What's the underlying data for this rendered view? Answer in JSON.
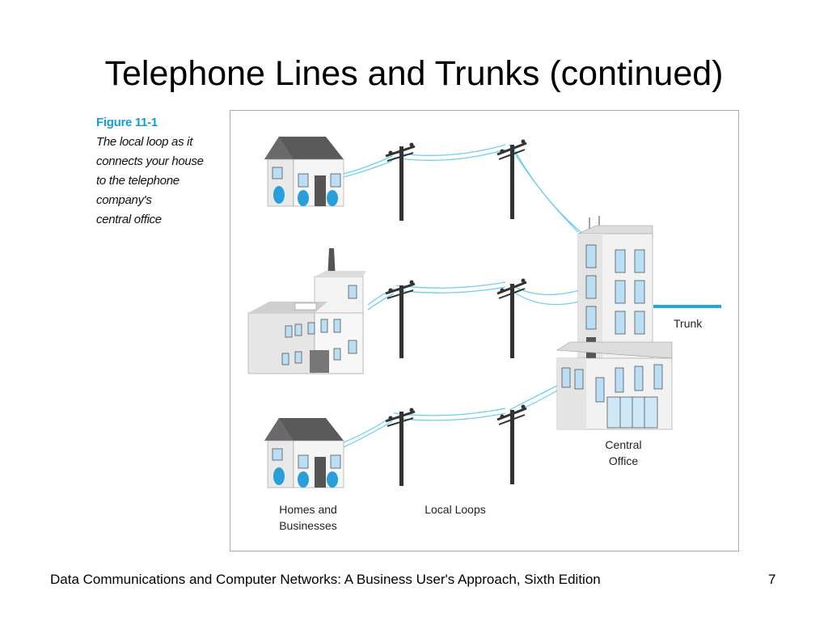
{
  "slide": {
    "title": "Telephone Lines and Trunks (continued)",
    "footer": "Data Communications and Computer Networks: A Business User's Approach, Sixth Edition",
    "page_number": "7"
  },
  "caption": {
    "figure_label": "Figure 11-1",
    "description": "The local loop as it\nconnects your house\nto the telephone\ncompany's\ncentral office"
  },
  "diagram": {
    "labels": {
      "trunk": "Trunk",
      "central_office_line1": "Central",
      "central_office_line2": "Office",
      "homes_line1": "Homes and",
      "homes_line2": "Businesses",
      "local_loops": "Local Loops"
    },
    "colors": {
      "wire": "#6fd0f0",
      "trunk": "#1ea8dc",
      "pole": "#333333",
      "window": "#b9def5",
      "wall": "#f2f2f2",
      "roof": "#555555",
      "shrub": "#2a9ed8"
    }
  }
}
